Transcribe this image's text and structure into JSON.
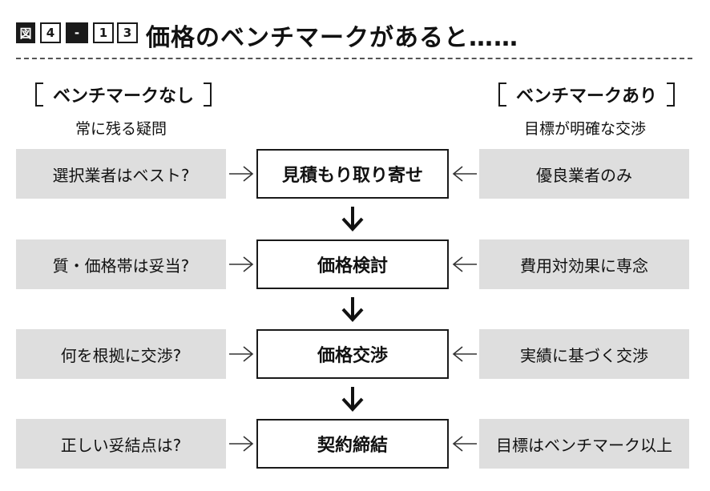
{
  "figure_label": {
    "kanji": "図",
    "chapter": "4",
    "dash": "-",
    "num1": "1",
    "num2": "3"
  },
  "title": "価格のベンチマークがあると……",
  "left": {
    "heading": "ベンチマークなし",
    "subheading": "常に残る疑問",
    "items": [
      "選択業者はベスト?",
      "質・価格帯は妥当?",
      "何を根拠に交渉?",
      "正しい妥結点は?"
    ]
  },
  "right": {
    "heading": "ベンチマークあり",
    "subheading": "目標が明確な交渉",
    "items": [
      "優良業者のみ",
      "費用対効果に専念",
      "実績に基づく交渉",
      "目標はベンチマーク以上"
    ]
  },
  "steps": [
    "見積もり取り寄せ",
    "価格検討",
    "価格交渉",
    "契約締結"
  ]
}
